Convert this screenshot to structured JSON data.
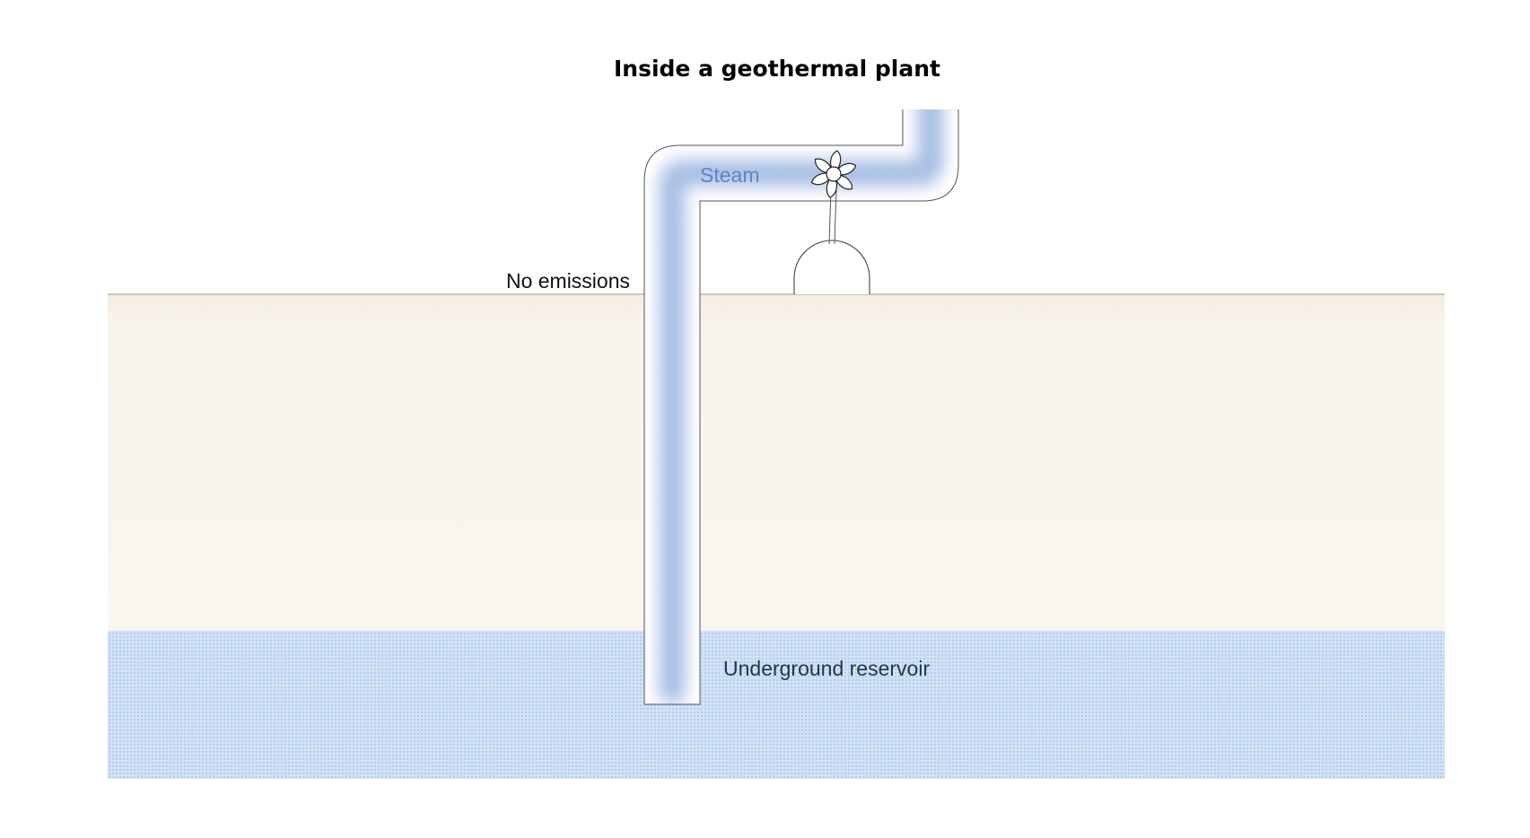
{
  "title": "Inside a geothermal plant",
  "labels": {
    "steam": "Steam",
    "no_emissions": "No emissions",
    "reservoir": "Underground reservoir"
  },
  "colors": {
    "ground": "#f8f3ec",
    "ground_line": "#b9a99a",
    "reservoir": "#cfe0f5",
    "reservoir_dots": "#9dbde6",
    "steam": "#8aa8dc",
    "steam_label": "#5b86c6",
    "reservoir_label": "#1f3550",
    "outline": "#555555"
  },
  "icons": {
    "turbine": "turbine-fan-icon",
    "generator": "generator-dome-icon"
  }
}
